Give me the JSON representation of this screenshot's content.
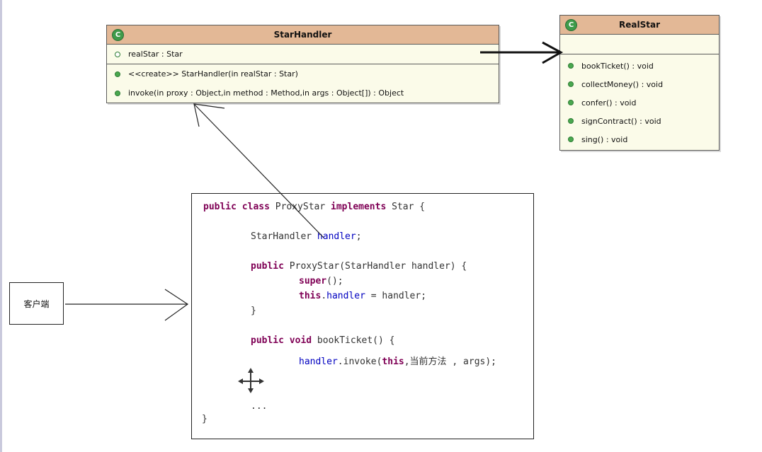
{
  "star_handler": {
    "icon": "C",
    "title": "StarHandler",
    "attributes": [
      "realStar : Star"
    ],
    "operations": [
      "<<create>> StarHandler(in realStar : Star)",
      "invoke(in proxy : Object,in method : Method,in args : Object[]) : Object"
    ]
  },
  "real_star": {
    "icon": "C",
    "title": "RealStar",
    "operations": [
      "bookTicket() : void",
      "collectMoney() : void",
      "confer() : void",
      "signContract() : void",
      "sing() : void"
    ]
  },
  "code": {
    "line1": {
      "kw1": "public class",
      "t1": " ProxyStar ",
      "kw2": "implements",
      "t2": " Star {"
    },
    "line2": {
      "t1": "StarHandler ",
      "f1": "handler",
      "t2": ";"
    },
    "line3": {
      "kw1": "public",
      "t1": " ProxyStar(StarHandler handler) {"
    },
    "line4": {
      "kw1": "super",
      "t1": "();"
    },
    "line5": {
      "kw1": "this",
      "t1": ".",
      "f1": "handler",
      "t2": " = handler;"
    },
    "line6": {
      "t1": "}"
    },
    "line7": {
      "kw1": "public void",
      "t1": " bookTicket() {"
    },
    "line8": {
      "f1": "handler",
      "t1": ".invoke(",
      "kw1": "this",
      "t2": ",当前方法 , args);"
    },
    "line9": {
      "t1": "..."
    },
    "line10": {
      "t1": "}"
    }
  },
  "client": {
    "label": "客户端"
  },
  "colors": {
    "class_header": "#e3b896",
    "class_body": "#fbfbe9",
    "keyword": "#7f0055",
    "field": "#0000c0"
  }
}
